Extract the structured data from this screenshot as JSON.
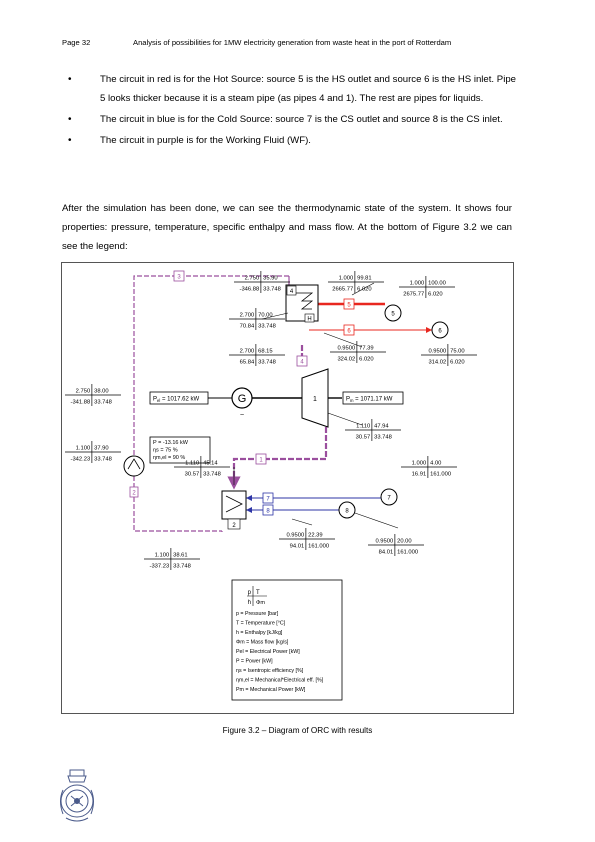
{
  "header": {
    "page_number": "Page 32",
    "title": "Analysis of possibilities for 1MW electricity generation from waste heat in the port of Rotterdam"
  },
  "bullets": [
    "The circuit in red is for the Hot Source: source 5 is the HS outlet and source 6 is the HS inlet. Pipe 5 looks thicker because it is a steam pipe (as pipes 4 and 1). The rest are pipes for liquids.",
    "The circuit in blue is for the Cold Source: source 7 is the CS outlet and source 8 is the CS inlet.",
    "The circuit in purple is for the Working Fluid (WF)."
  ],
  "paragraph": "After the simulation has been done, we can see the thermodynamic state of the system. It shows four properties: pressure, temperature, specific enthalpy and mass flow. At the bottom of Figure 3.2 we can see the legend:",
  "diagram": {
    "boxes": {
      "pipe3": [
        "2.750",
        "35.90",
        "-346.88",
        "33.748"
      ],
      "hs_outlet": [
        "1.000",
        "99.81",
        "2665.77",
        "6.020"
      ],
      "hs_source5": [
        "1.000",
        "100.00",
        "2675.77",
        "6.020"
      ],
      "hx_out": [
        "2.700",
        "70.00",
        "70.84",
        "33.748"
      ],
      "pipe4": [
        "2.700",
        "68.15",
        "65.84",
        "33.748"
      ],
      "hs_pipe6": [
        "0.9500",
        "77.39",
        "324.02",
        "6.020"
      ],
      "hs_source6": [
        "0.9500",
        "75.00",
        "314.02",
        "6.020"
      ],
      "pump_out": [
        "2.750",
        "38.00",
        "-341.88",
        "33.748"
      ],
      "pump_in": [
        "1.100",
        "37.90",
        "-342.23",
        "33.748"
      ],
      "turbine_out": [
        "1.110",
        "47.94",
        "30.57",
        "33.748"
      ],
      "pipe1": [
        "1.110",
        "45.14",
        "30.57",
        "33.748"
      ],
      "cs_source7": [
        "1.000",
        "4.00",
        "16.91",
        "161.000"
      ],
      "cs_pipe8": [
        "0.9500",
        "22.39",
        "94.01",
        "161.000"
      ],
      "cs_source8": [
        "0.9500",
        "20.00",
        "84.01",
        "161.000"
      ],
      "pipe2": [
        "1.100",
        "38.61",
        "-337.23",
        "33.748"
      ]
    },
    "pel_label": "P",
    "pel_sub": "el",
    "pel_value": "=  1017.62 kW",
    "pm_label": "P",
    "pm_sub": "m",
    "pm_value": "=  1071.17 kW",
    "pump_info": [
      "P =   -13.16 kW",
      "ηs = 75 %",
      "ηm,el = 90 %"
    ],
    "nodes": {
      "hx_top": "4",
      "hx_top_h": "H",
      "turbine": "1",
      "hx_bottom": "2",
      "pipe1": "1",
      "pipe2": "2",
      "pipe3": "3",
      "pipe4": "4",
      "pipe5": "5",
      "pipe6": "6",
      "pipe7": "7",
      "pipe8": "8",
      "src5": "5",
      "src6": "6",
      "src7": "7",
      "src8": "8"
    },
    "generator_symbol": "G",
    "legend": {
      "head_p": "p",
      "head_t": "T",
      "head_h": "h",
      "head_m": "Φm",
      "lines": [
        "p = Pressure [bar]",
        "T = Temperature [°C]",
        "h = Enthalpy [kJ/kg]",
        "Φm = Mass flow [kg/s]",
        "Pel = Electrical Power [kW]",
        "P = Power [kW]",
        "ηs = Isentropic efficiency [%]",
        "ηm,el = Mechanical*Electrical eff. [%]",
        "Pm = Mechanical Power [kW]"
      ]
    },
    "colors": {
      "hot": "#e8271f",
      "cold": "#2e36a6",
      "wf": "#9b4f9e"
    }
  },
  "caption": "Figure 3.2 – Diagram of ORC with results"
}
